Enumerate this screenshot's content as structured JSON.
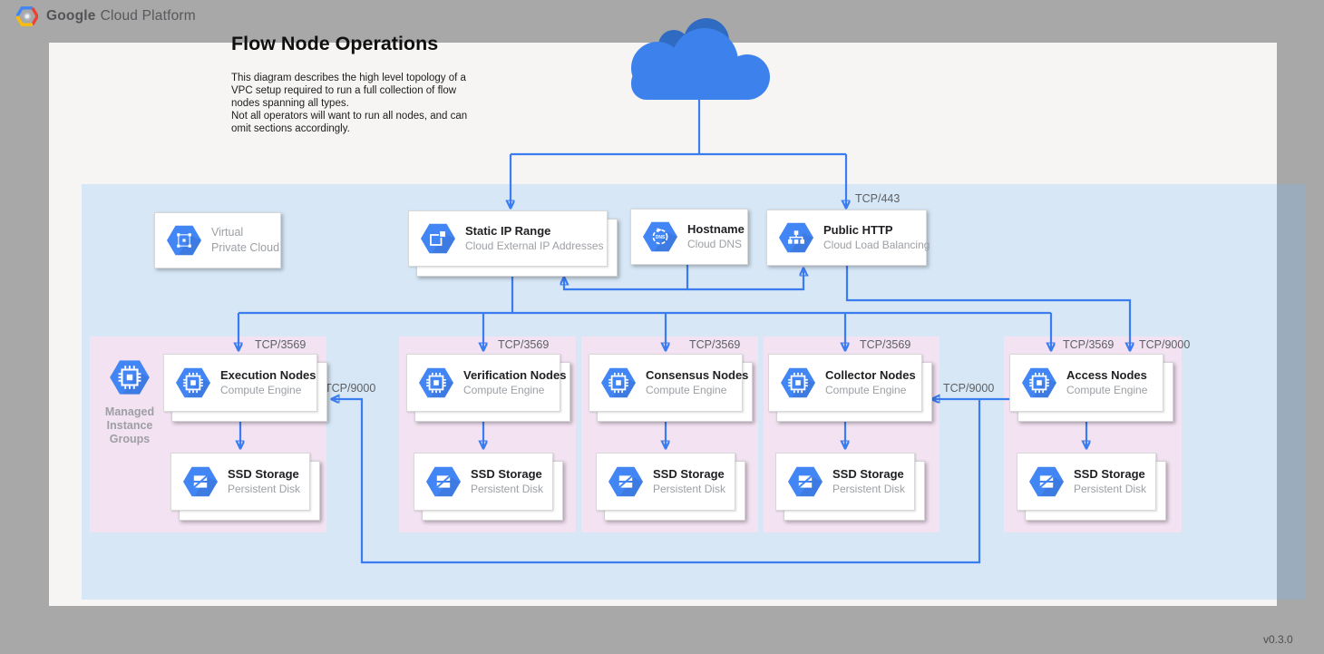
{
  "header": {
    "brand_bold": "Google",
    "brand_rest": "Cloud Platform"
  },
  "title": "Flow Node Operations",
  "description": "This diagram describes the high level topology of a\nVPC setup required to run a full collection of flow\nnodes spanning all types.\nNot all operators will want to run all nodes, and can\nomit sections accordingly.",
  "version": "v0.3.0",
  "vpc_card": {
    "title": "Virtual Private Cloud"
  },
  "top_cards": {
    "static_ip": {
      "title": "Static IP Range",
      "subtitle": "Cloud External IP Addresses"
    },
    "hostname": {
      "title": "Hostname",
      "subtitle": "Cloud DNS"
    },
    "public_http": {
      "title": "Public HTTP",
      "subtitle": "Cloud Load Balancing"
    }
  },
  "mig_label": "Managed\nInstance\nGroups",
  "node_groups": [
    {
      "name": "Execution Nodes",
      "platform": "Compute Engine",
      "storage": "SSD Storage",
      "storage_platform": "Persistent Disk"
    },
    {
      "name": "Verification Nodes",
      "platform": "Compute Engine",
      "storage": "SSD Storage",
      "storage_platform": "Persistent Disk"
    },
    {
      "name": "Consensus Nodes",
      "platform": "Compute Engine",
      "storage": "SSD Storage",
      "storage_platform": "Persistent Disk"
    },
    {
      "name": "Collector Nodes",
      "platform": "Compute Engine",
      "storage": "SSD Storage",
      "storage_platform": "Persistent Disk"
    },
    {
      "name": "Access Nodes",
      "platform": "Compute Engine",
      "storage": "SSD Storage",
      "storage_platform": "Persistent Disk"
    }
  ],
  "ports": {
    "https": "TCP/443",
    "flow": "TCP/3569",
    "access": "TCP/9000"
  },
  "colors": {
    "accent_blue": "#4285f4",
    "line_blue": "#3b7cf0",
    "pink_zone": "#f3e3f2",
    "cloud_blue": "#3d82ec",
    "cloud_dark": "#2f6bc0"
  }
}
